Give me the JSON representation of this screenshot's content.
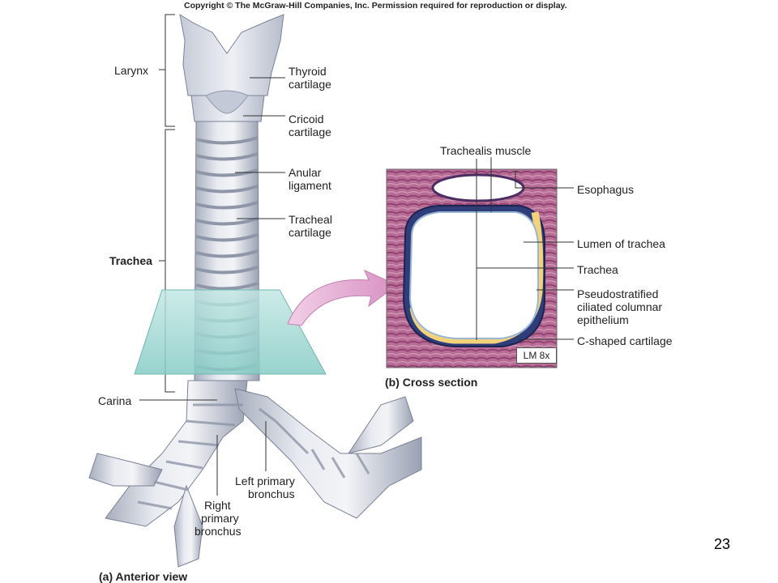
{
  "copyright": "Copyright © The McGraw-Hill Companies, Inc. Permission required for reproduction or display.",
  "page_number": "23",
  "labels": {
    "larynx": "Larynx",
    "trachea": "Trachea",
    "carina": "Carina",
    "thyroid_1": "Thyroid",
    "thyroid_2": "cartilage",
    "cricoid_1": "Cricoid",
    "cricoid_2": "cartilage",
    "anular_1": "Anular",
    "anular_2": "ligament",
    "tracheal_1": "Tracheal",
    "tracheal_2": "cartilage",
    "left_bronchus_1": "Left primary",
    "left_bronchus_2": "bronchus",
    "right_bronchus_1": "Right",
    "right_bronchus_2": "primary",
    "right_bronchus_3": "bronchus",
    "trachealis": "Trachealis muscle",
    "esophagus": "Esophagus",
    "lumen": "Lumen of trachea",
    "trachea_b": "Trachea",
    "pseudo_1": "Pseudostratified",
    "pseudo_2": "ciliated columnar",
    "pseudo_3": "epithelium",
    "c_cartilage": "C-shaped cartilage",
    "lm": "LM 8x"
  },
  "captions": {
    "anterior": "(a) Anterior view",
    "cross": "(b) Cross section"
  },
  "colors": {
    "cartilage": "#d9dde6",
    "ring_shadow": "#8e96a8",
    "glass": "#9fd8d3",
    "arrow": "#e7b6d9",
    "tissue": "#b54a78",
    "cartilage_yellow": "#f2d27a"
  }
}
